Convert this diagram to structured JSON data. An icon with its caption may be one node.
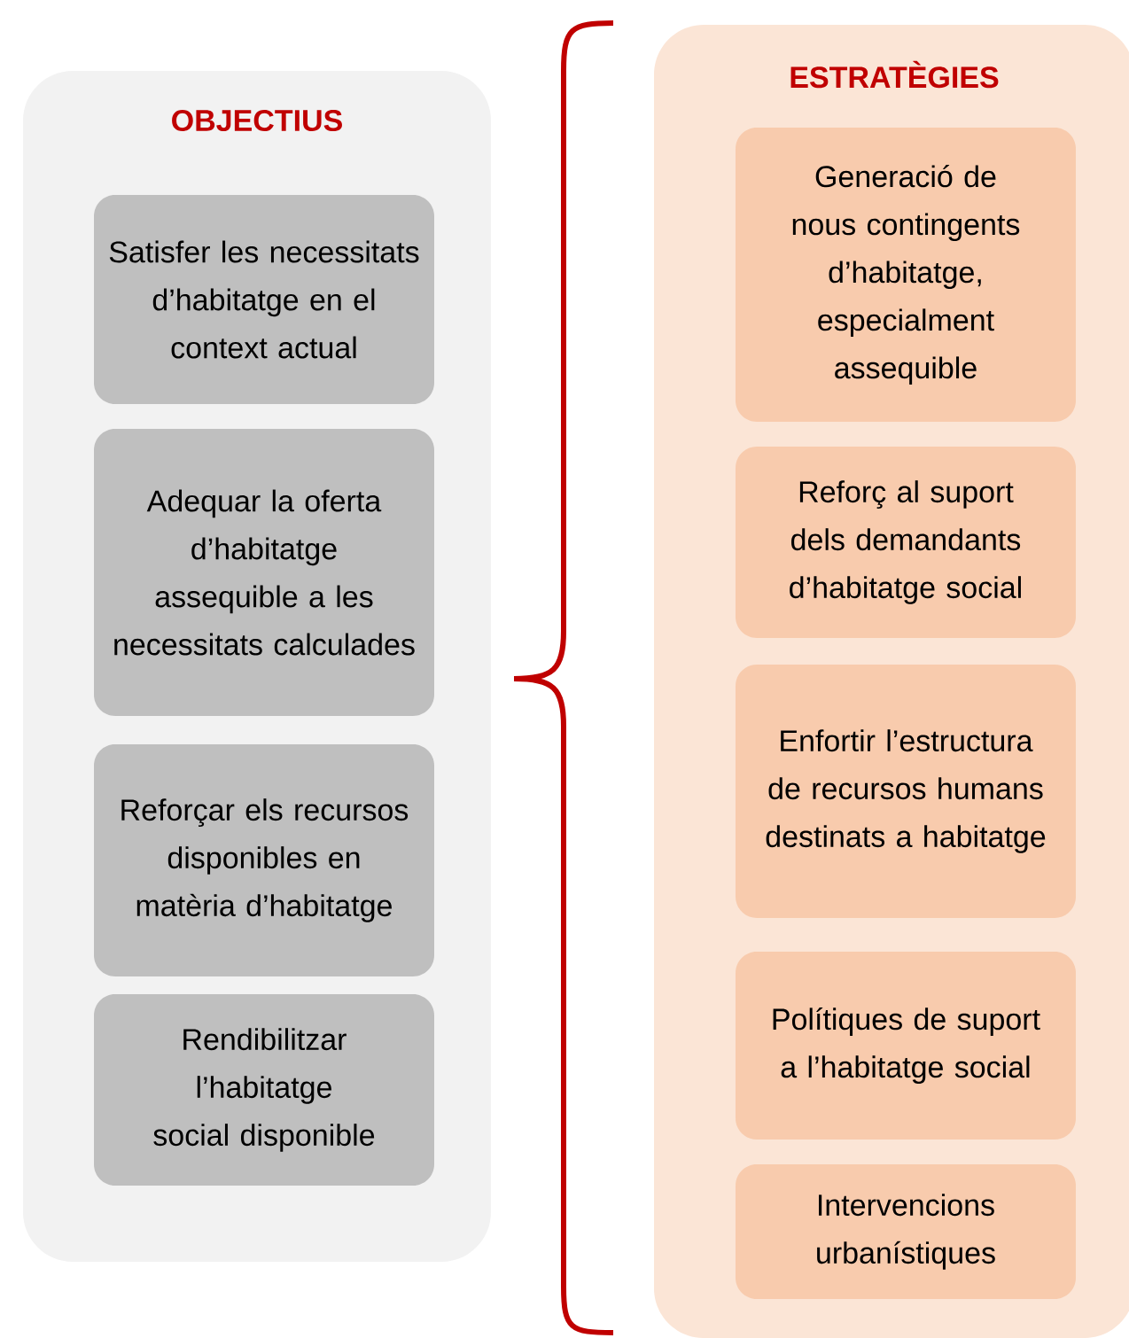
{
  "diagram": {
    "nodes": [
      {
        "text": [
          "OBJECTIUS"
        ]
      },
      {
        "text": [
          "Satisfer les necessitats d’habitatge en el context actual"
        ],
        "in": 0
      },
      {
        "text": [
          "Adequar la oferta d’habitatge assequible a les necessitats calculades"
        ],
        "in": 0
      },
      {
        "text": [
          "Reforçar els recursos disponibles en matèria d’habitatge"
        ],
        "in": 0
      },
      {
        "text": [
          "Rendibilitzar l’habitatge social disponible"
        ],
        "in": 0
      },
      {
        "text": [
          "ESTRATÈGIES"
        ]
      },
      {
        "text": [
          "Generació de nous contingents d’habitatge, especialment assequible"
        ],
        "in": 5
      },
      {
        "text": [
          "Reforç al suport dels demandants d’habitatge social"
        ],
        "in": 5
      },
      {
        "text": [
          "Enfortir l’estructura de recursos humans destinats a habitatge"
        ],
        "in": 5
      },
      {
        "text": [
          "Polítiques de suport a l’habitatge social"
        ],
        "in": 5
      },
      {
        "text": [
          "Intervencions urbanístiques"
        ],
        "in": 5
      }
    ]
  }
}
